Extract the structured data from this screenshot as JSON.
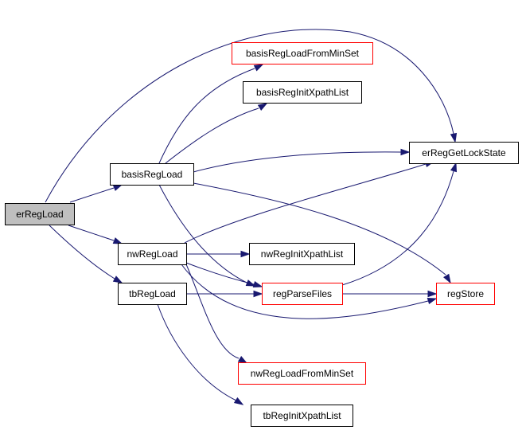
{
  "graph": {
    "nodes": {
      "erRegLoad": {
        "label": "erRegLoad",
        "style": "root"
      },
      "basisRegLoadFromMinSet": {
        "label": "basisRegLoadFromMinSet",
        "style": "external"
      },
      "basisRegInitXpathList": {
        "label": "basisRegInitXpathList",
        "style": "normal"
      },
      "basisRegLoad": {
        "label": "basisRegLoad",
        "style": "normal"
      },
      "erRegGetLockState": {
        "label": "erRegGetLockState",
        "style": "normal"
      },
      "nwRegLoad": {
        "label": "nwRegLoad",
        "style": "normal"
      },
      "nwRegInitXpathList": {
        "label": "nwRegInitXpathList",
        "style": "normal"
      },
      "tbRegLoad": {
        "label": "tbRegLoad",
        "style": "normal"
      },
      "regParseFiles": {
        "label": "regParseFiles",
        "style": "external"
      },
      "regStore": {
        "label": "regStore",
        "style": "external"
      },
      "nwRegLoadFromMinSet": {
        "label": "nwRegLoadFromMinSet",
        "style": "external"
      },
      "tbRegInitXpathList": {
        "label": "tbRegInitXpathList",
        "style": "normal"
      }
    },
    "edges": [
      {
        "from": "erRegLoad",
        "to": "basisRegLoad"
      },
      {
        "from": "erRegLoad",
        "to": "erRegGetLockState"
      },
      {
        "from": "erRegLoad",
        "to": "nwRegLoad"
      },
      {
        "from": "erRegLoad",
        "to": "tbRegLoad"
      },
      {
        "from": "basisRegLoad",
        "to": "basisRegLoadFromMinSet"
      },
      {
        "from": "basisRegLoad",
        "to": "basisRegInitXpathList"
      },
      {
        "from": "basisRegLoad",
        "to": "erRegGetLockState"
      },
      {
        "from": "basisRegLoad",
        "to": "regParseFiles"
      },
      {
        "from": "basisRegLoad",
        "to": "regStore"
      },
      {
        "from": "nwRegLoad",
        "to": "erRegGetLockState"
      },
      {
        "from": "nwRegLoad",
        "to": "nwRegInitXpathList"
      },
      {
        "from": "nwRegLoad",
        "to": "regParseFiles"
      },
      {
        "from": "nwRegLoad",
        "to": "regStore"
      },
      {
        "from": "nwRegLoad",
        "to": "nwRegLoadFromMinSet"
      },
      {
        "from": "tbRegLoad",
        "to": "regParseFiles"
      },
      {
        "from": "tbRegLoad",
        "to": "tbRegInitXpathList"
      },
      {
        "from": "regParseFiles",
        "to": "erRegGetLockState"
      },
      {
        "from": "regParseFiles",
        "to": "regStore"
      }
    ]
  },
  "colors": {
    "edge": "#191970",
    "root_fill": "#bfbfbf",
    "external_border": "#ff0000",
    "normal_border": "#000000",
    "node_fill": "#ffffff"
  }
}
